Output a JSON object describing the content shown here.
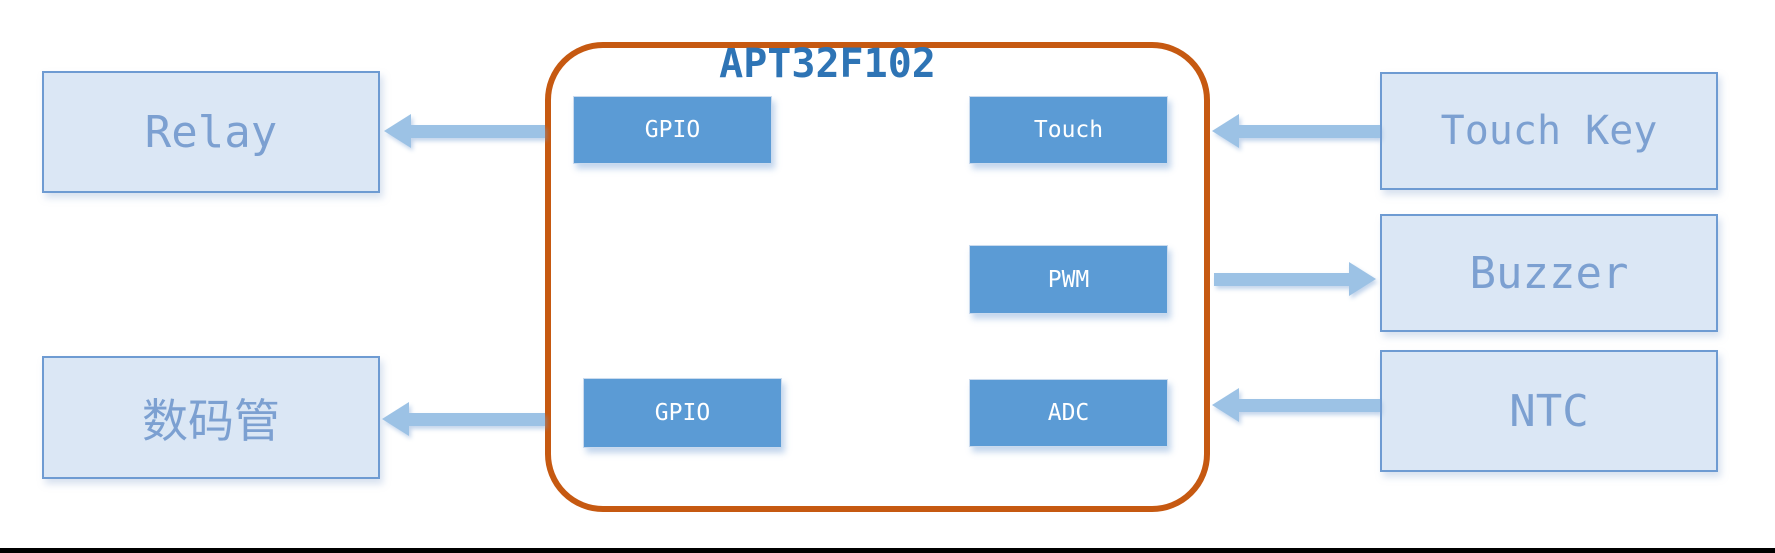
{
  "diagram": {
    "title": "APT32F102",
    "colors": {
      "mcu_border": "#C65911",
      "title_text": "#2E74B5",
      "module_fill": "#5B9BD5",
      "module_text": "#FFFFFF",
      "peripheral_fill": "#DBE7F5",
      "peripheral_border": "#6E9BD2",
      "peripheral_text": "#7CA0D1",
      "arrow": "#9CC2E5"
    },
    "mcu": {
      "title": "APT32F102",
      "modules": [
        {
          "id": "gpio-top",
          "label": "GPIO"
        },
        {
          "id": "touch",
          "label": "Touch"
        },
        {
          "id": "pwm",
          "label": "PWM"
        },
        {
          "id": "adc",
          "label": "ADC"
        },
        {
          "id": "gpio-bottom",
          "label": "GPIO"
        }
      ]
    },
    "peripherals": [
      {
        "id": "relay",
        "label": "Relay"
      },
      {
        "id": "digital-tube",
        "label": "数码管"
      },
      {
        "id": "touch-key",
        "label": "Touch Key"
      },
      {
        "id": "buzzer",
        "label": "Buzzer"
      },
      {
        "id": "ntc",
        "label": "NTC"
      }
    ],
    "connections": [
      {
        "from": "GPIO",
        "to": "Relay",
        "direction": "left"
      },
      {
        "from": "GPIO",
        "to": "数码管",
        "direction": "left"
      },
      {
        "from": "Touch Key",
        "to": "Touch",
        "direction": "left"
      },
      {
        "from": "PWM",
        "to": "Buzzer",
        "direction": "right"
      },
      {
        "from": "NTC",
        "to": "ADC",
        "direction": "left"
      }
    ]
  }
}
